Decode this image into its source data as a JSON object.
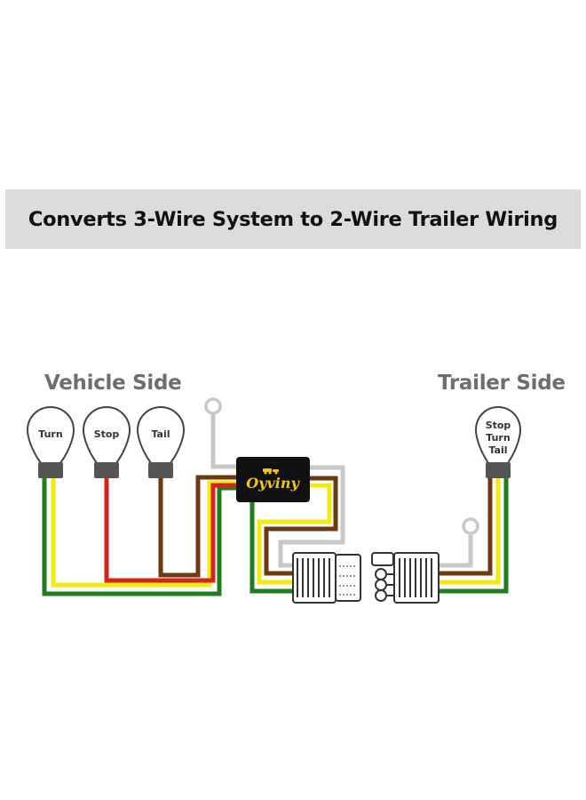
{
  "banner": {
    "title": "Converts 3-Wire System to 2-Wire Trailer Wiring"
  },
  "vehicle_side": {
    "label": "Vehicle Side",
    "bulbs": [
      {
        "lines": [
          "Turn"
        ]
      },
      {
        "lines": [
          "Stop"
        ]
      },
      {
        "lines": [
          "Tail"
        ]
      }
    ]
  },
  "trailer_side": {
    "label": "Trailer Side",
    "bulb": {
      "lines": [
        "Stop",
        "Turn",
        "Tail"
      ]
    }
  },
  "converter": {
    "brand": "Oyviny"
  },
  "colors": {
    "green": "#1e7d1e",
    "yellow": "#f2ea12",
    "red": "#d6231b",
    "brown": "#6b3a12",
    "white_wire": "#c8c8c8",
    "bulb_socket": "#555555",
    "brand_gold": "#f0c419"
  }
}
